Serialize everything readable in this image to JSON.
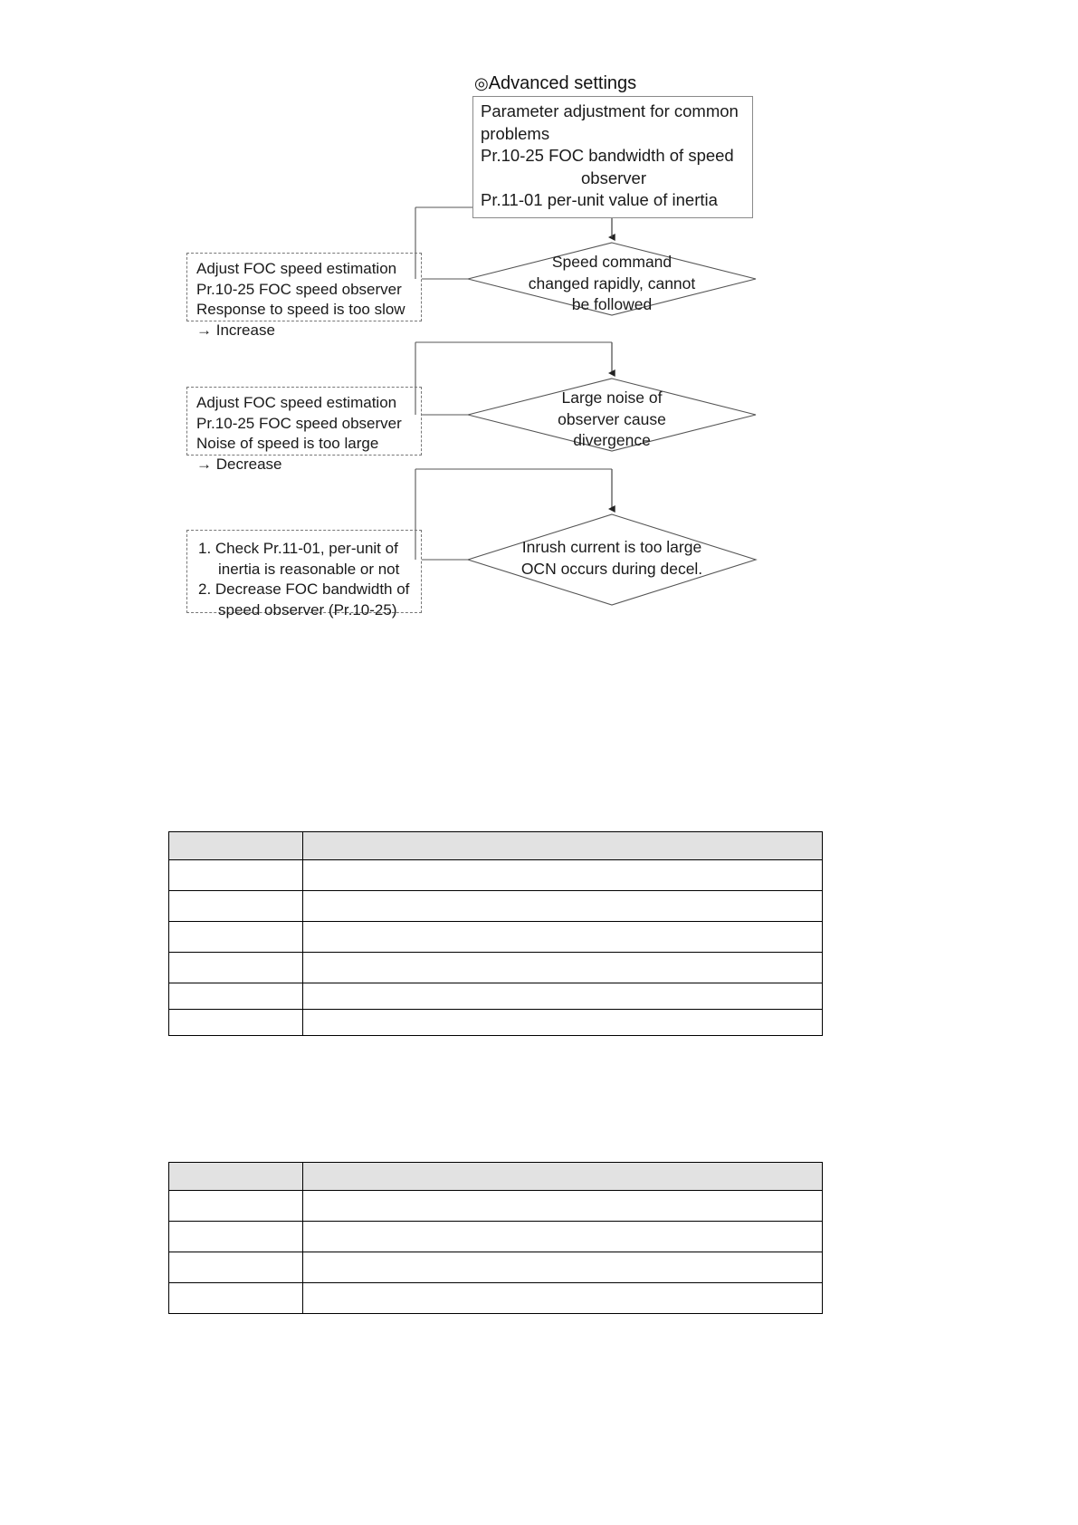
{
  "flowchart": {
    "title": "◎Advanced settings",
    "title_symbol": "◎",
    "title_text": "Advanced settings",
    "top_box": {
      "lines": [
        "Parameter adjustment for common",
        "problems",
        "Pr.10-25 FOC bandwidth of speed",
        "observer",
        "Pr.11-01 per-unit value of inertia"
      ]
    },
    "decisions": [
      {
        "id": "speed-command",
        "lines": [
          "Speed command",
          "changed rapidly, cannot",
          "be followed"
        ]
      },
      {
        "id": "large-noise",
        "lines": [
          "Large noise of",
          "observer cause",
          "divergence"
        ]
      },
      {
        "id": "inrush-current",
        "lines": [
          "Inrush current is too large",
          "OCN occurs during decel."
        ]
      }
    ],
    "actions": [
      {
        "id": "adjust-speed-estimation-increase",
        "lines": [
          "Adjust FOC speed estimation",
          "Pr.10-25 FOC speed observer",
          "Response to speed is too slow",
          "→ Increase"
        ]
      },
      {
        "id": "adjust-speed-estimation-decrease",
        "lines": [
          "Adjust FOC speed estimation",
          "Pr.10-25 FOC speed observer",
          "Noise of speed is too large",
          "→ Decrease"
        ]
      },
      {
        "id": "check-inertia-decrease-bandwidth",
        "lines": [
          "1. Check Pr.11-01, per-unit of",
          "inertia is reasonable or not",
          "2. Decrease FOC bandwidth of",
          "speed observer (Pr.10-25)"
        ]
      }
    ]
  },
  "tables": [
    {
      "id": "table-upper",
      "header": [
        "",
        ""
      ],
      "rows": [
        [
          "",
          ""
        ],
        [
          "",
          ""
        ],
        [
          "",
          ""
        ],
        [
          "",
          ""
        ],
        [
          "",
          ""
        ],
        [
          "",
          ""
        ]
      ]
    },
    {
      "id": "table-lower",
      "header": [
        "",
        ""
      ],
      "rows": [
        [
          "",
          ""
        ],
        [
          "",
          ""
        ],
        [
          "",
          ""
        ],
        [
          "",
          ""
        ]
      ]
    }
  ],
  "colors": {
    "header_fill": "#e2e2e2",
    "line": "#555555",
    "border": "#8a8a8a",
    "text": "#1a1a1a"
  }
}
